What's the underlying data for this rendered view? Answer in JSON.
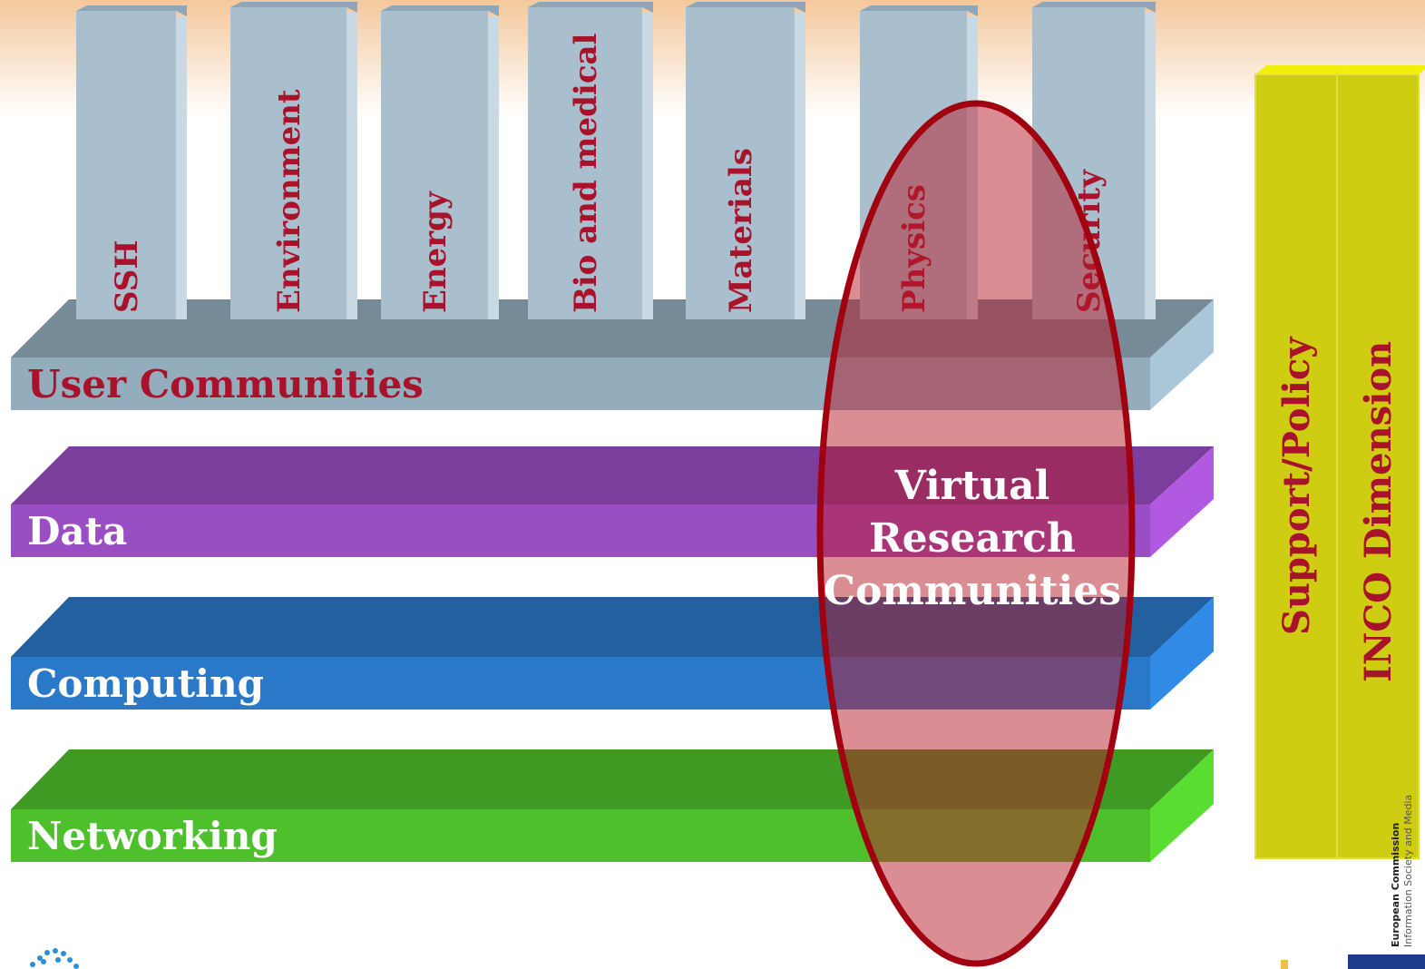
{
  "pillars": [
    "SSH",
    "Environment",
    "Energy",
    "Bio and medical",
    "Materials",
    "Physics",
    "Security"
  ],
  "layers": [
    {
      "label": "User Communities",
      "color": "#93adbd",
      "text_color": "#a8122a"
    },
    {
      "label": "Data",
      "color": "#9a4ec4",
      "text_color": "#ffffff"
    },
    {
      "label": "Computing",
      "color": "#2a78c8",
      "text_color": "#ffffff"
    },
    {
      "label": "Networking",
      "color": "#4ec02c",
      "text_color": "#ffffff"
    }
  ],
  "vrc": {
    "lines": [
      "Virtual",
      "Research",
      "Communities"
    ],
    "color": "#b71c2a"
  },
  "side_bars": [
    {
      "label": "Support/Policy",
      "color": "#cfcd12",
      "text_color": "#a8122a"
    },
    {
      "label": "INCO Dimension",
      "color": "#cfcd12",
      "text_color": "#a8122a"
    }
  ],
  "ec_logo": {
    "line1": "European Commission",
    "line2": "Information Society and Media"
  },
  "colors": {
    "pillar": "#a9bfcd",
    "pillar_text": "#a8122a",
    "banner": "#f6d6b8"
  }
}
